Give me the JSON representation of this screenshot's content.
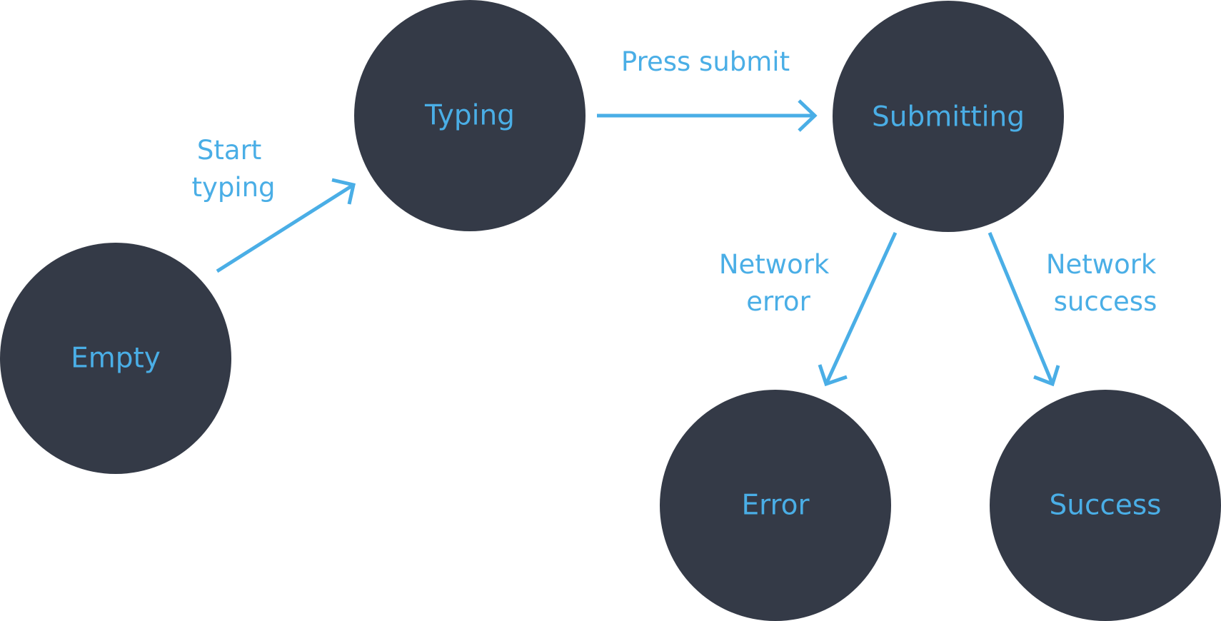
{
  "colors": {
    "background": "#ffffff",
    "state_fill": "#343a47",
    "accent": "#4aaee6"
  },
  "states": {
    "empty": "Empty",
    "typing": "Typing",
    "submitting": "Submitting",
    "error": "Error",
    "success": "Success"
  },
  "transitions": {
    "start_typing": [
      "Start",
      "typing"
    ],
    "press_submit": [
      "Press submit"
    ],
    "network_error": [
      "Network",
      "error"
    ],
    "network_success": [
      "Network",
      "success"
    ]
  }
}
